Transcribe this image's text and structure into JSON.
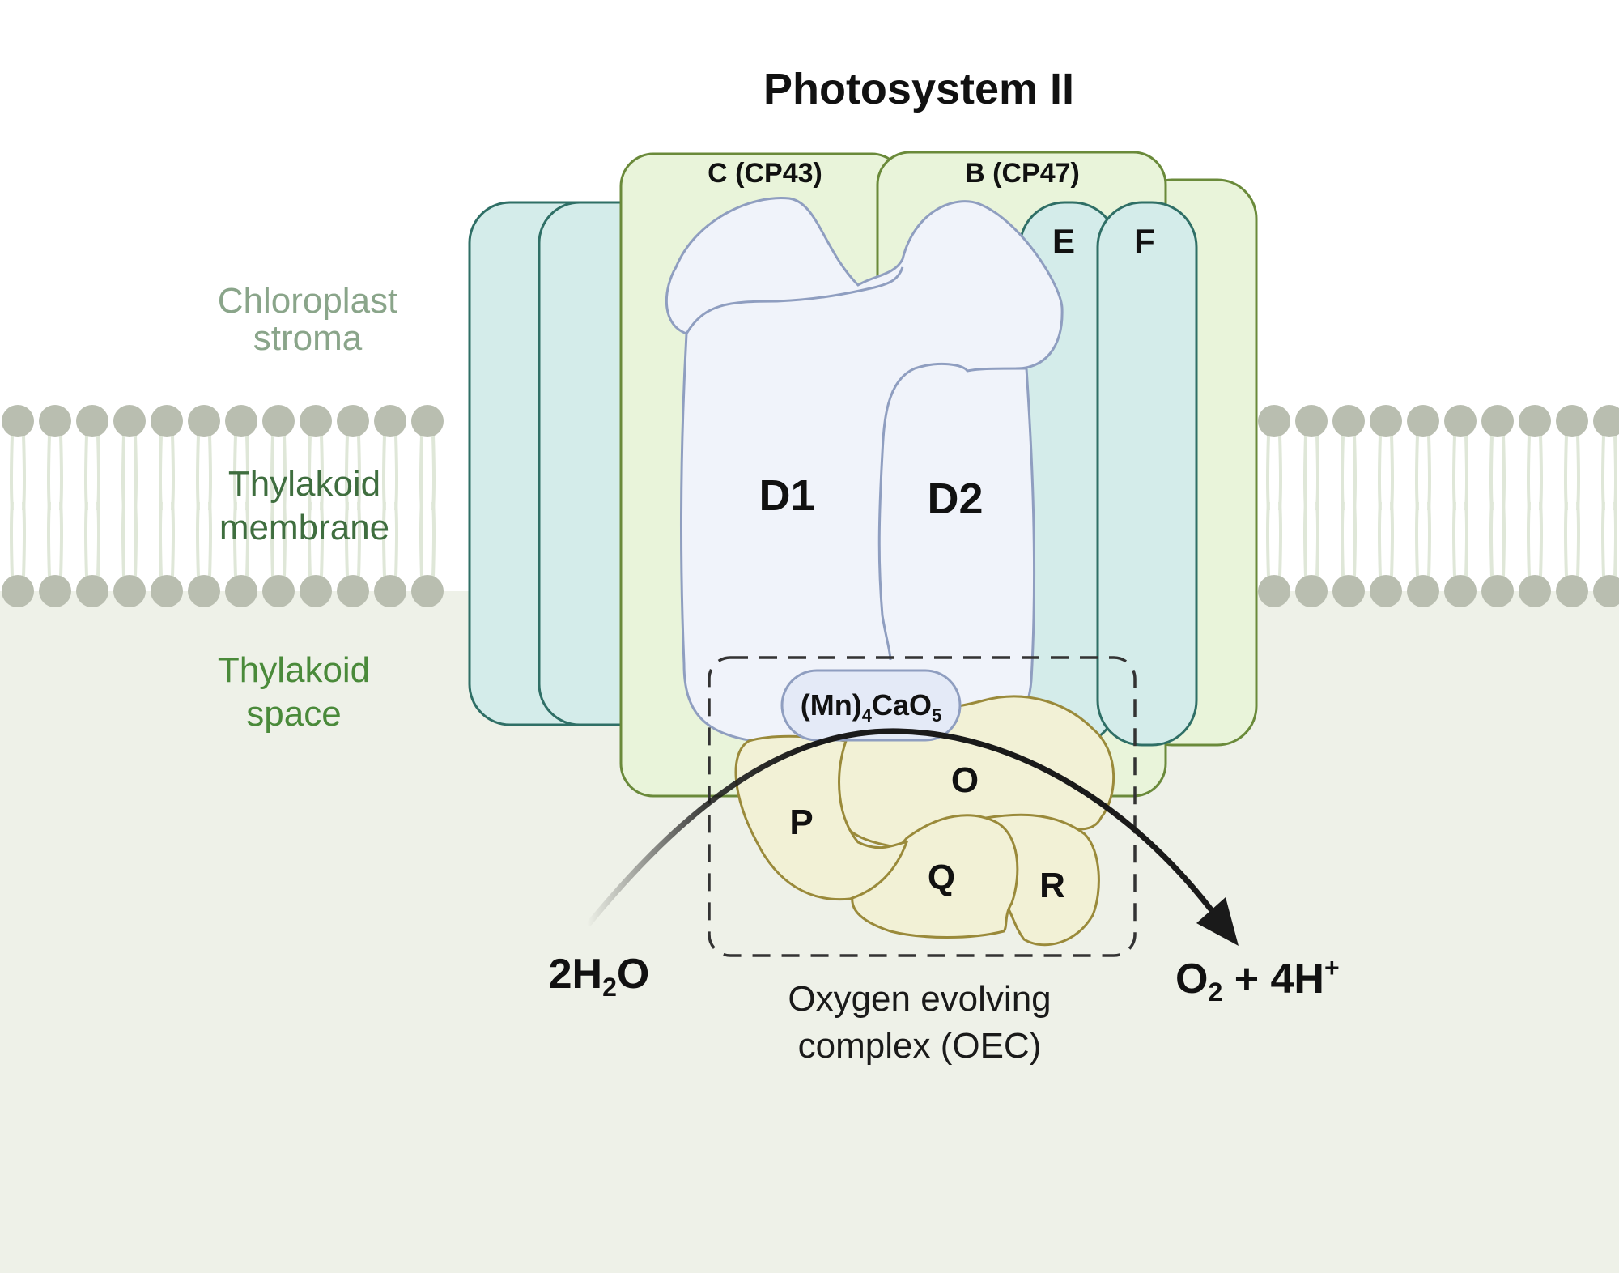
{
  "title": "Photosystem II",
  "regions": {
    "stroma": "Chloroplast\nstroma",
    "membrane": "Thylakoid\nmembrane",
    "space": "Thylakoid\nspace"
  },
  "subunits": {
    "c": "C (CP43)",
    "b": "B (CP47)",
    "e": "E",
    "f": "F",
    "d1": "D1",
    "d2": "D2",
    "o": "O",
    "p": "P",
    "q": "Q",
    "r": "R"
  },
  "cluster": {
    "base": "(Mn)",
    "sub4": "4",
    "mid": "CaO",
    "sub5": "5"
  },
  "reaction": {
    "reactant": {
      "pre": "2H",
      "sub": "2",
      "post": "O"
    },
    "product": {
      "o": "O",
      "sub": "2",
      "plus": " + 4H",
      "sup": "+"
    }
  },
  "oec_label": "Oxygen evolving\ncomplex (OEC)",
  "colors": {
    "stroma_text": "#8aa58a",
    "membrane_text": "#3f6e3f",
    "space_text": "#4a8a3a",
    "space_bg": "#eef1e8",
    "lipid_head": "#b9beb0",
    "lipid_tail": "#dfe7d8",
    "teal_fill": "#d4ecea",
    "teal_stroke": "#2f6f66",
    "green_fill": "#e9f4da",
    "green_stroke": "#6a8a3a",
    "d_fill": "#f0f3fa",
    "d_stroke": "#8f9ec0",
    "oec_fill": "#f2f1d6",
    "oec_stroke": "#9a8a3a"
  }
}
